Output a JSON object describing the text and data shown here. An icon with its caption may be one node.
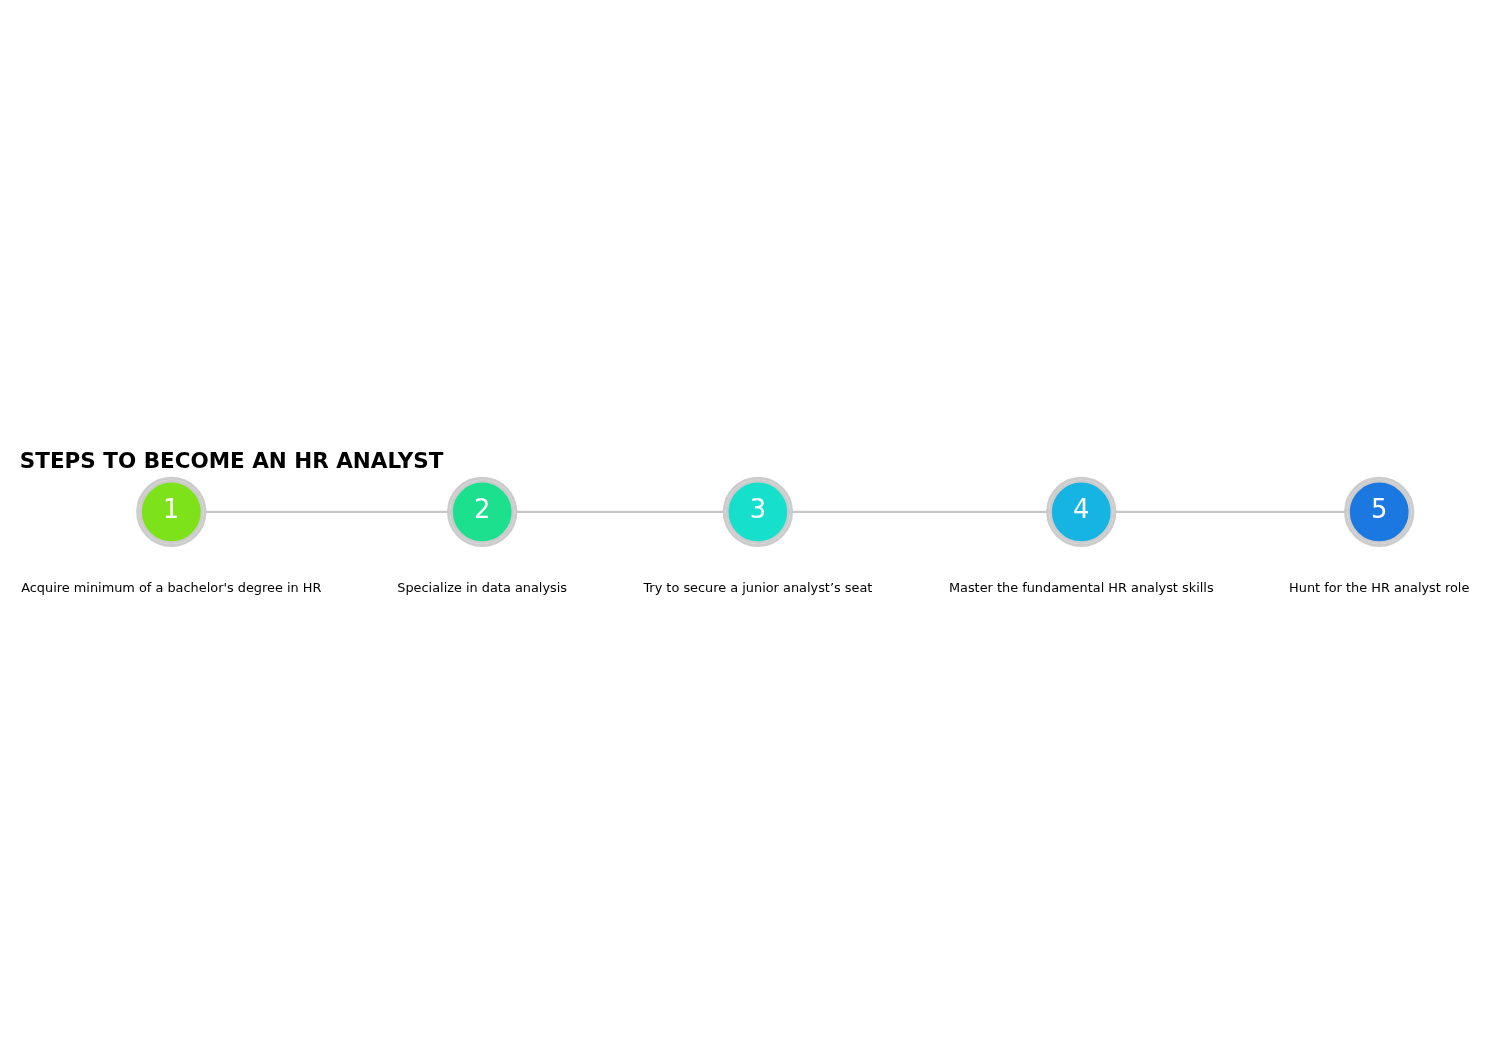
{
  "diagram": {
    "title": "STEPS TO BECOME AN HR ANALYST",
    "nodes": [
      {
        "text": [
          "1"
        ],
        "beside": [
          "Acquire minimum of a bachelor's degree in HR"
        ]
      },
      {
        "text": [
          "2"
        ],
        "beside": [
          "Specialize in data analysis"
        ]
      },
      {
        "text": [
          "3"
        ],
        "beside": [
          "Try to secure a junior analyst’s seat"
        ]
      },
      {
        "text": [
          "4"
        ],
        "beside": [
          "Master the fundamental HR analyst skills"
        ]
      },
      {
        "text": [
          "5"
        ],
        "beside": [
          "Hunt for the HR analyst role"
        ]
      }
    ],
    "edges": [
      {
        "from": 0,
        "to": 1,
        "arrow": "none"
      },
      {
        "from": 1,
        "to": 2,
        "arrow": "none"
      },
      {
        "from": 2,
        "to": 3,
        "arrow": "none"
      },
      {
        "from": 3,
        "to": 4,
        "arrow": "none"
      }
    ]
  }
}
